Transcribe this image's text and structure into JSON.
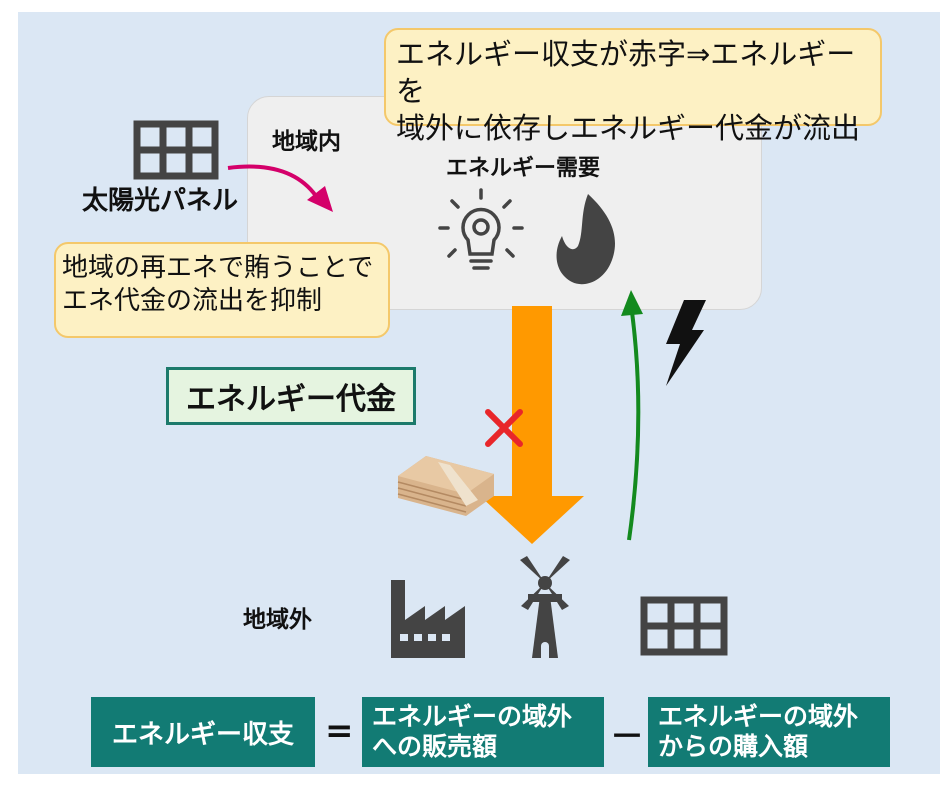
{
  "labels": {
    "inside_region": "地域内",
    "solar_panel": "太陽光パネル",
    "energy_demand": "エネルギー需要",
    "outside_region": "地域外",
    "energy_payment": "エネルギー代金"
  },
  "callouts": {
    "top_line1": "エネルギー収支が赤字⇒エネルギーを",
    "top_line2": "域外に依存しエネルギー代金が流出",
    "left_line1": "地域の再エネで賄うことで",
    "left_line2": "エネ代金の流出を抑制"
  },
  "equation": {
    "balance": "エネルギー収支",
    "equals": "=",
    "sales_line1": "エネルギーの域外",
    "sales_line2": "への販売額",
    "minus": "－",
    "purchase_line1": "エネルギーの域外",
    "purchase_line2": "からの購入額"
  },
  "colors": {
    "background": "#dbe7f4",
    "payment_arrow": "#ff9900",
    "supply_arrow": "#138a1e",
    "solar_arrow": "#d4006a",
    "blocked_mark": "#e8262a",
    "equation_box": "#127b74",
    "callout_fill": "#fdf1c4",
    "icon_gray": "#444444"
  },
  "icons": [
    "solar-panel-icon",
    "lightbulb-icon",
    "flame-icon",
    "lightning-icon",
    "money-icon",
    "factory-icon",
    "windmill-icon"
  ]
}
